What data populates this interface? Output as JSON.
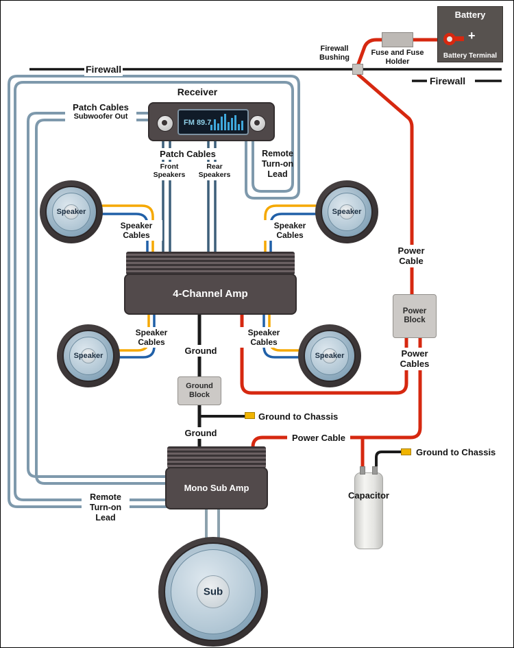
{
  "diagram": {
    "firewall_left": "Firewall",
    "firewall_right": "Firewall",
    "firewall_bushing": "Firewall Bushing",
    "battery": {
      "title": "Battery",
      "plus": "+",
      "terminal": "Battery Terminal"
    },
    "fuse": "Fuse and Fuse Holder",
    "receiver": {
      "label": "Receiver",
      "display": "FM 89.7"
    },
    "patch_left": {
      "line1": "Patch Cables",
      "line2": "Subwoofer Out"
    },
    "patch_mid": {
      "title": "Patch Cables",
      "front": "Front Speakers",
      "rear": "Rear Speakers"
    },
    "remote_top": "Remote Turn-on Lead",
    "remote_bottom": "Remote Turn-on Lead",
    "speakers": [
      "Speaker",
      "Speaker",
      "Speaker",
      "Speaker"
    ],
    "speaker_cables": [
      "Speaker Cables",
      "Speaker Cables",
      "Speaker Cables",
      "Speaker Cables"
    ],
    "amp4": "4-Channel Amp",
    "power_cable_top": "Power Cable",
    "power_block": "Power Block",
    "power_cables": "Power Cables",
    "ground_top": "Ground",
    "ground_block": "Ground Block",
    "ground_chassis_amp": "Ground to Chassis",
    "ground_bottom": "Ground",
    "power_cable_bottom": "Power Cable",
    "mono_amp": "Mono Sub Amp",
    "capacitor": "Capacitor",
    "ground_chassis_cap": "Ground to Chassis",
    "sub": "Sub"
  },
  "colors": {
    "power_wire": "#d62810",
    "ground_wire": "#1b1b1b",
    "speaker_wire_positive": "#f5a800",
    "speaker_wire_negative": "#2060a8",
    "signal_wire": "#7e99ac",
    "patch_vertical_wire": "#3d5f7a",
    "sub_wire": "#8ca1ad",
    "chassis_terminal": "#f0b400"
  }
}
